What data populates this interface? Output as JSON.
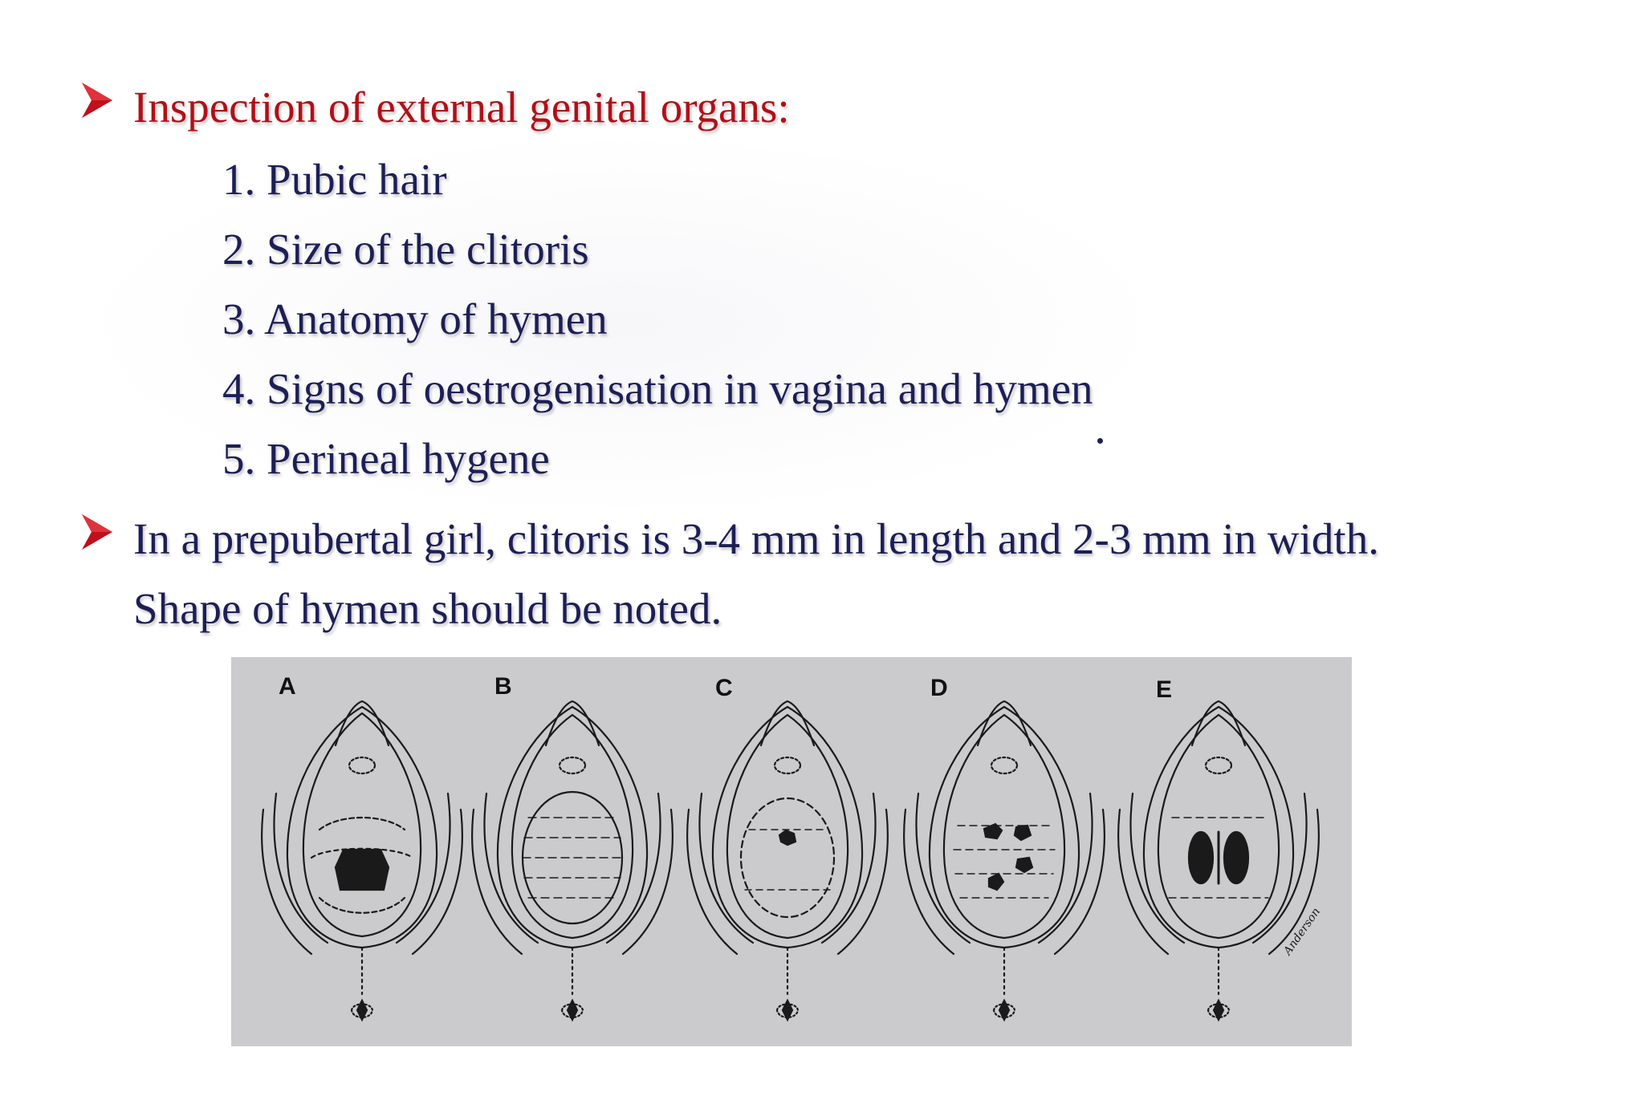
{
  "bullets": [
    {
      "text": "Inspection of external genital organs:",
      "color": "#b01018"
    },
    {
      "lines": [
        "In a prepubertal girl, clitoris is 3-4 mm in length and 2-3 mm in width.",
        "Shape of hymen should be noted."
      ],
      "color": "#1d1f55"
    }
  ],
  "inspection_items": [
    "1. Pubic hair",
    "2. Size of the clitoris",
    "3. Anatomy of hymen",
    "4. Signs of oestrogenisation in vagina and hymen",
    "5. Perineal hygene"
  ],
  "stray_mark": ".",
  "figure": {
    "panel_labels": [
      "A",
      "B",
      "C",
      "D",
      "E"
    ],
    "signature": "Anderson",
    "background": "#cbcacd"
  },
  "colors": {
    "heading_red": "#b01018",
    "body_navy": "#1d1f55",
    "bullet_arrow": "#c0101a"
  },
  "icons": {
    "bullet": "arrowhead-bullet-icon"
  }
}
